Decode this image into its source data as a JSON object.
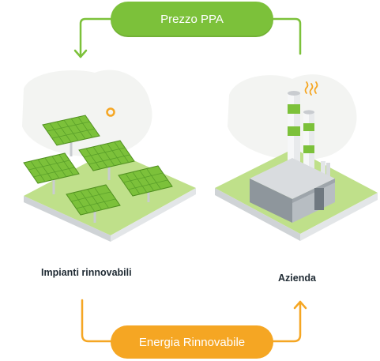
{
  "top_arrow": {
    "label": "Prezzo PPA",
    "color": "#7cc13a"
  },
  "bottom_arrow": {
    "label": "Energia Rinnovabile",
    "color": "#f5a623"
  },
  "left_node": {
    "label": "Impianti rinnovabili"
  },
  "right_node": {
    "label": "Azienda"
  }
}
